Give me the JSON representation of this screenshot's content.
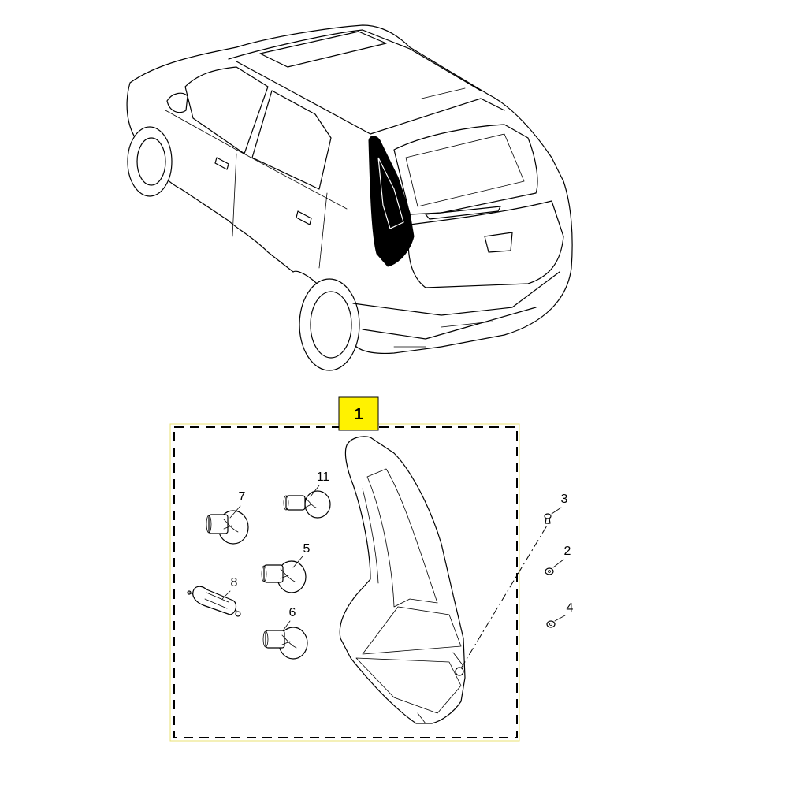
{
  "assembly": {
    "callout": "1",
    "callout_bg": "#fff200",
    "frame_color": "#000000",
    "frame_accent": "#e8e070"
  },
  "parts": [
    {
      "id": "p11",
      "number": "11",
      "kind": "bulb"
    },
    {
      "id": "p7",
      "number": "7",
      "kind": "bulb"
    },
    {
      "id": "p5",
      "number": "5",
      "kind": "bulb"
    },
    {
      "id": "p8",
      "number": "8",
      "kind": "bulb-festoon"
    },
    {
      "id": "p6",
      "number": "6",
      "kind": "bulb"
    },
    {
      "id": "p3",
      "number": "3",
      "kind": "screw"
    },
    {
      "id": "p2",
      "number": "2",
      "kind": "nut"
    },
    {
      "id": "p4",
      "number": "4",
      "kind": "nut"
    }
  ],
  "colors": {
    "line": "#000000",
    "highlight": "#000000",
    "background": "#ffffff"
  }
}
